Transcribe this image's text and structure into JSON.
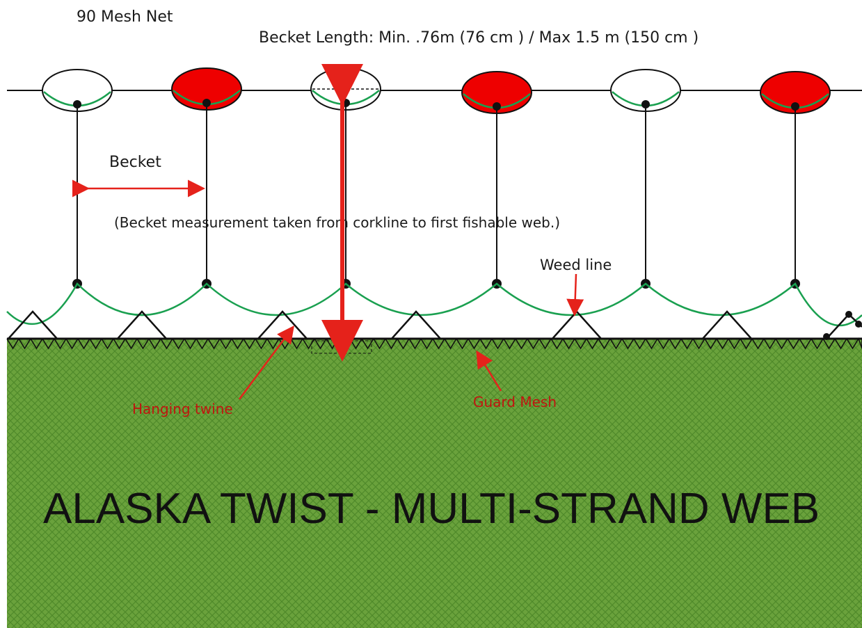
{
  "title": "90 Mesh Net",
  "becket_length": "Becket Length: Min. .76m (76 cm ) / Max 1.5 m (150 cm )",
  "labels": {
    "becket": "Becket",
    "measurement_note": "(Becket measurement taken from corkline to first fishable web.)",
    "weed_line": "Weed line",
    "hanging_twine": "Hanging twine",
    "guard_mesh": "Guard Mesh",
    "web_type": "ALASKA TWIST - MULTI-STRAND WEB"
  },
  "floats": [
    {
      "color": "white"
    },
    {
      "color": "red"
    },
    {
      "color": "white"
    },
    {
      "color": "red"
    },
    {
      "color": "white"
    },
    {
      "color": "red"
    }
  ],
  "colors": {
    "float_red": "#ee0000",
    "float_white": "#ffffff",
    "line_green": "#1aa050",
    "arrow_red": "#e5221b",
    "web_green": "#6aa23c",
    "web_mesh": "#4f8a2a",
    "line_black": "#111111"
  }
}
